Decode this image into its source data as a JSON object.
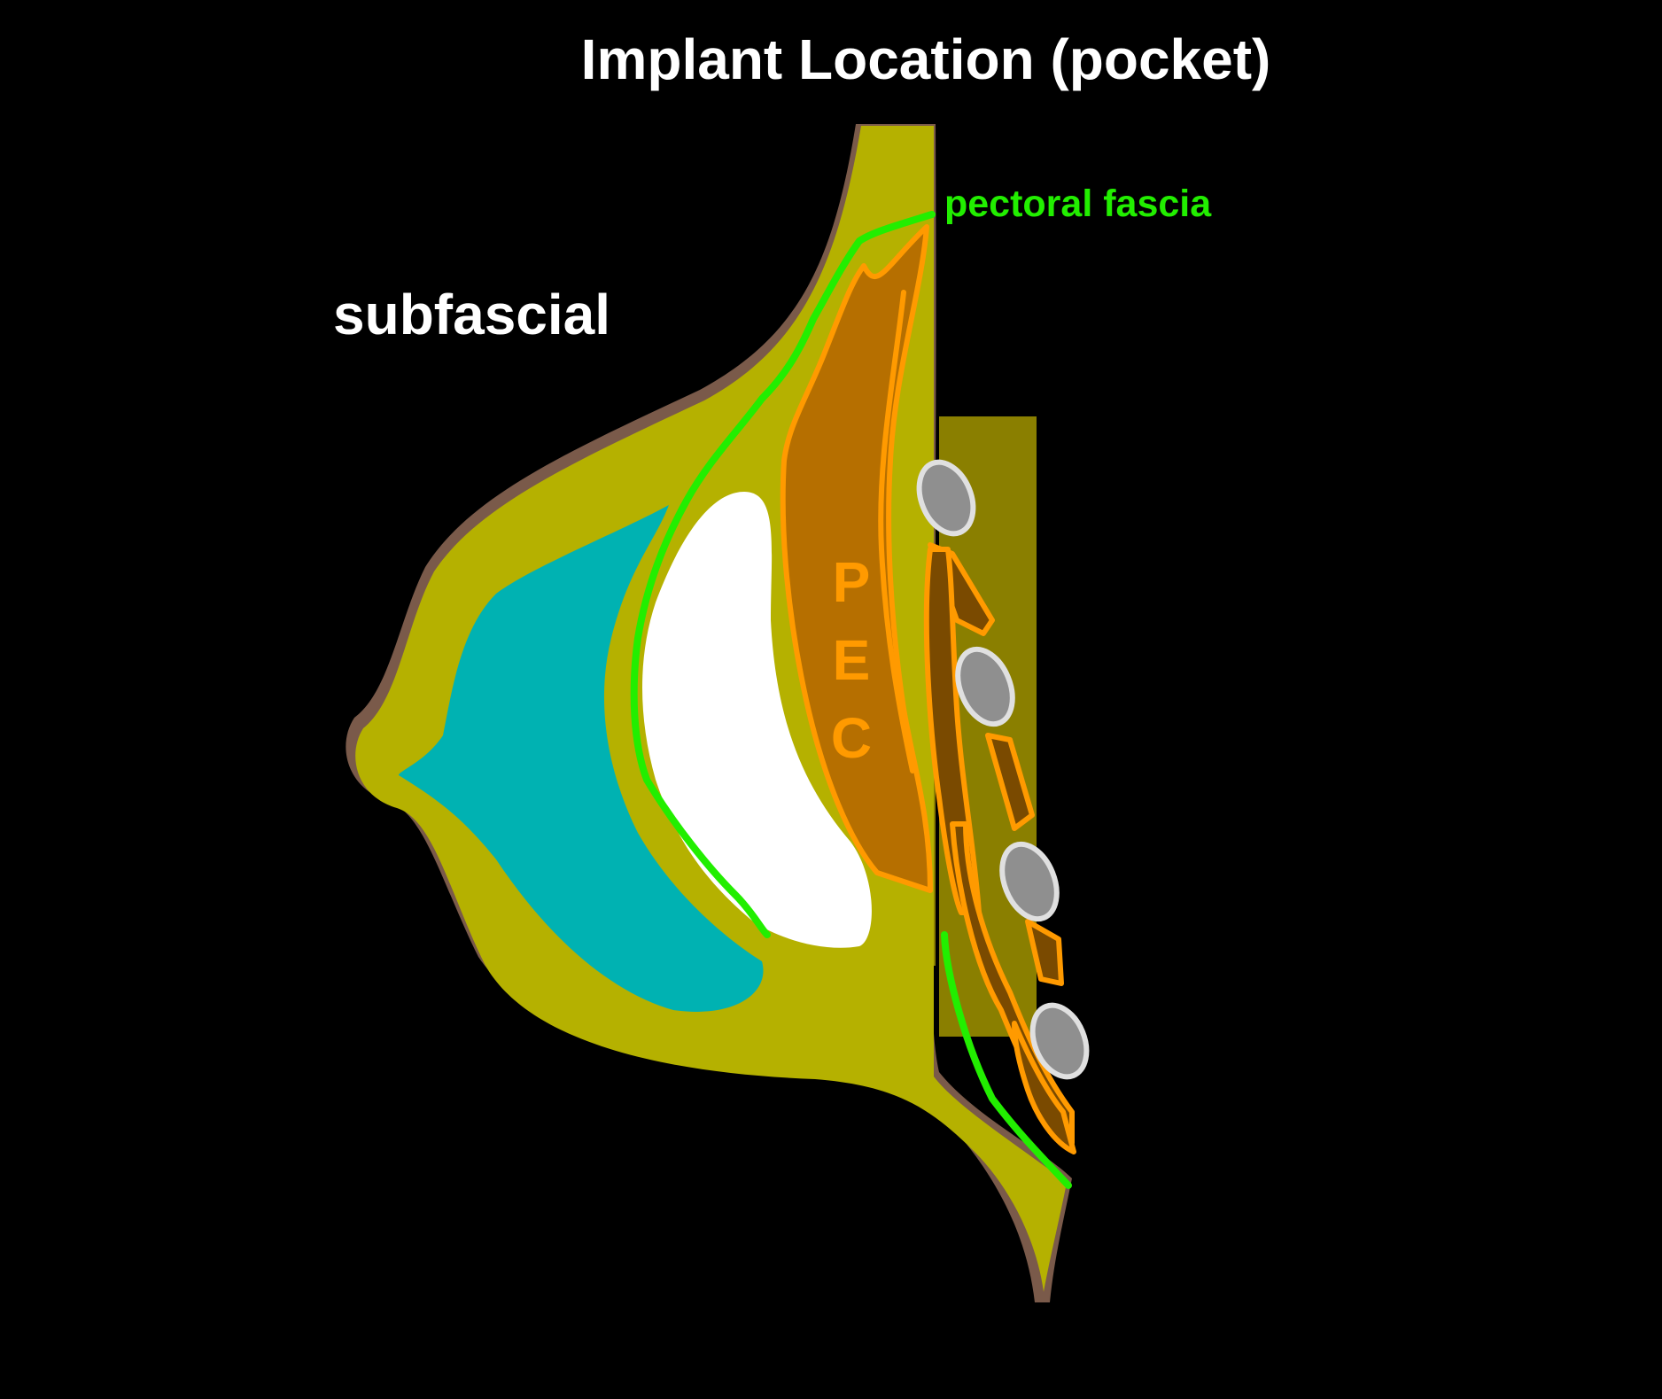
{
  "title": "Implant Location (pocket)",
  "labels": {
    "pocket_type": "subfascial",
    "fascia": "pectoral fascia",
    "muscle_letters": [
      "P",
      "E",
      "C"
    ]
  },
  "colors": {
    "background": "#000000",
    "skin_outline": "#7a5a4a",
    "fat_tissue": "#b5b100",
    "gland": "#00b2b2",
    "implant": "#ffffff",
    "muscle_fill": "#b66f00",
    "muscle_outline": "#ff9a00",
    "chest_wall": "#8a7f00",
    "fascia_line": "#22ee00",
    "rib": "#8f8f8f",
    "rib_outline": "#e0e0e0"
  },
  "icons": {
    "rib": "rib-cross-section-icon"
  }
}
